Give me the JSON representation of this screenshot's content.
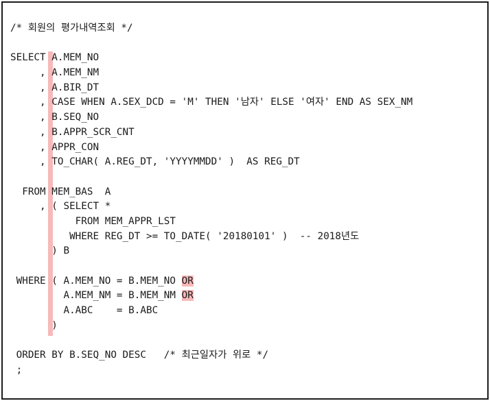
{
  "colors": {
    "highlight": "#f7b9b9",
    "text": "#1a1a1a",
    "border": "#1a1a1a",
    "background": "#ffffff"
  },
  "lines": [
    "/* 회원의 평가내역조회 */",
    "",
    "SELECT A.MEM_NO",
    "     , A.MEM_NM",
    "     , A.BIR_DT",
    "     , CASE WHEN A.SEX_DCD = 'M' THEN '남자' ELSE '여자' END AS SEX_NM",
    "     , B.SEQ_NO",
    "     , B.APPR_SCR_CNT",
    "     , APPR_CON",
    "     , TO_CHAR( A.REG_DT, 'YYYYMMDD' )  AS REG_DT",
    "",
    "  FROM MEM_BAS  A",
    "     , ( SELECT *",
    "           FROM MEM_APPR_LST",
    "          WHERE REG_DT >= TO_DATE( '20180101' )  -- 2018년도",
    "       ) B",
    "",
    " WHERE ( A.MEM_NO = B.MEM_NO ",
    "         A.MEM_NM = B.MEM_NM ",
    "         A.ABC    = B.ABC",
    "       )",
    "",
    " ORDER BY B.SEQ_NO DESC   /* 최근일자가 위로 */",
    " ;"
  ],
  "keywords": {
    "or_1": "OR",
    "or_2": "OR"
  }
}
